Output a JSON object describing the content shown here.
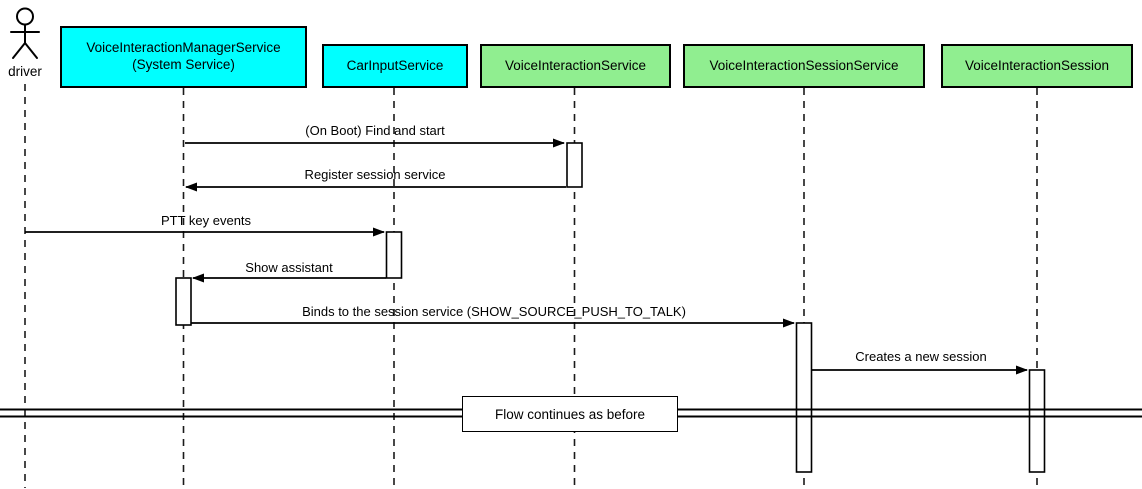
{
  "diagram": {
    "type": "uml-sequence-diagram",
    "actor": {
      "label": "driver"
    },
    "participants": [
      {
        "id": "voice-interaction-manager-service",
        "label_line1": "VoiceInteractionManagerService",
        "label_line2": "(System Service)",
        "fill": "#00FFFF"
      },
      {
        "id": "car-input-service",
        "label": "CarInputService",
        "fill": "#00FFFF"
      },
      {
        "id": "voice-interaction-service",
        "label": "VoiceInteractionService",
        "fill": "#90EE90"
      },
      {
        "id": "voice-interaction-session-service",
        "label": "VoiceInteractionSessionService",
        "fill": "#90EE90"
      },
      {
        "id": "voice-interaction-session",
        "label": "VoiceInteractionSession",
        "fill": "#90EE90"
      }
    ],
    "messages": [
      {
        "from": "VoiceInteractionManagerService",
        "to": "VoiceInteractionService",
        "label": "(On Boot) Find and start"
      },
      {
        "from": "VoiceInteractionService",
        "to": "VoiceInteractionManagerService",
        "label": "Register session service"
      },
      {
        "from": "driver",
        "to": "CarInputService",
        "label": "PTT key events"
      },
      {
        "from": "CarInputService",
        "to": "VoiceInteractionManagerService",
        "label": "Show assistant"
      },
      {
        "from": "VoiceInteractionManagerService",
        "to": "VoiceInteractionSessionService",
        "label": "Binds to the session service (SHOW_SOURCE_PUSH_TO_TALK)"
      },
      {
        "from": "VoiceInteractionSessionService",
        "to": "VoiceInteractionSession",
        "label": "Creates a new session"
      }
    ],
    "divider": {
      "label": "Flow continues as before"
    },
    "colors": {
      "participant_cyan": "#00FFFF",
      "participant_green": "#90EE90",
      "line": "#000000",
      "background": "#FFFFFF"
    }
  }
}
